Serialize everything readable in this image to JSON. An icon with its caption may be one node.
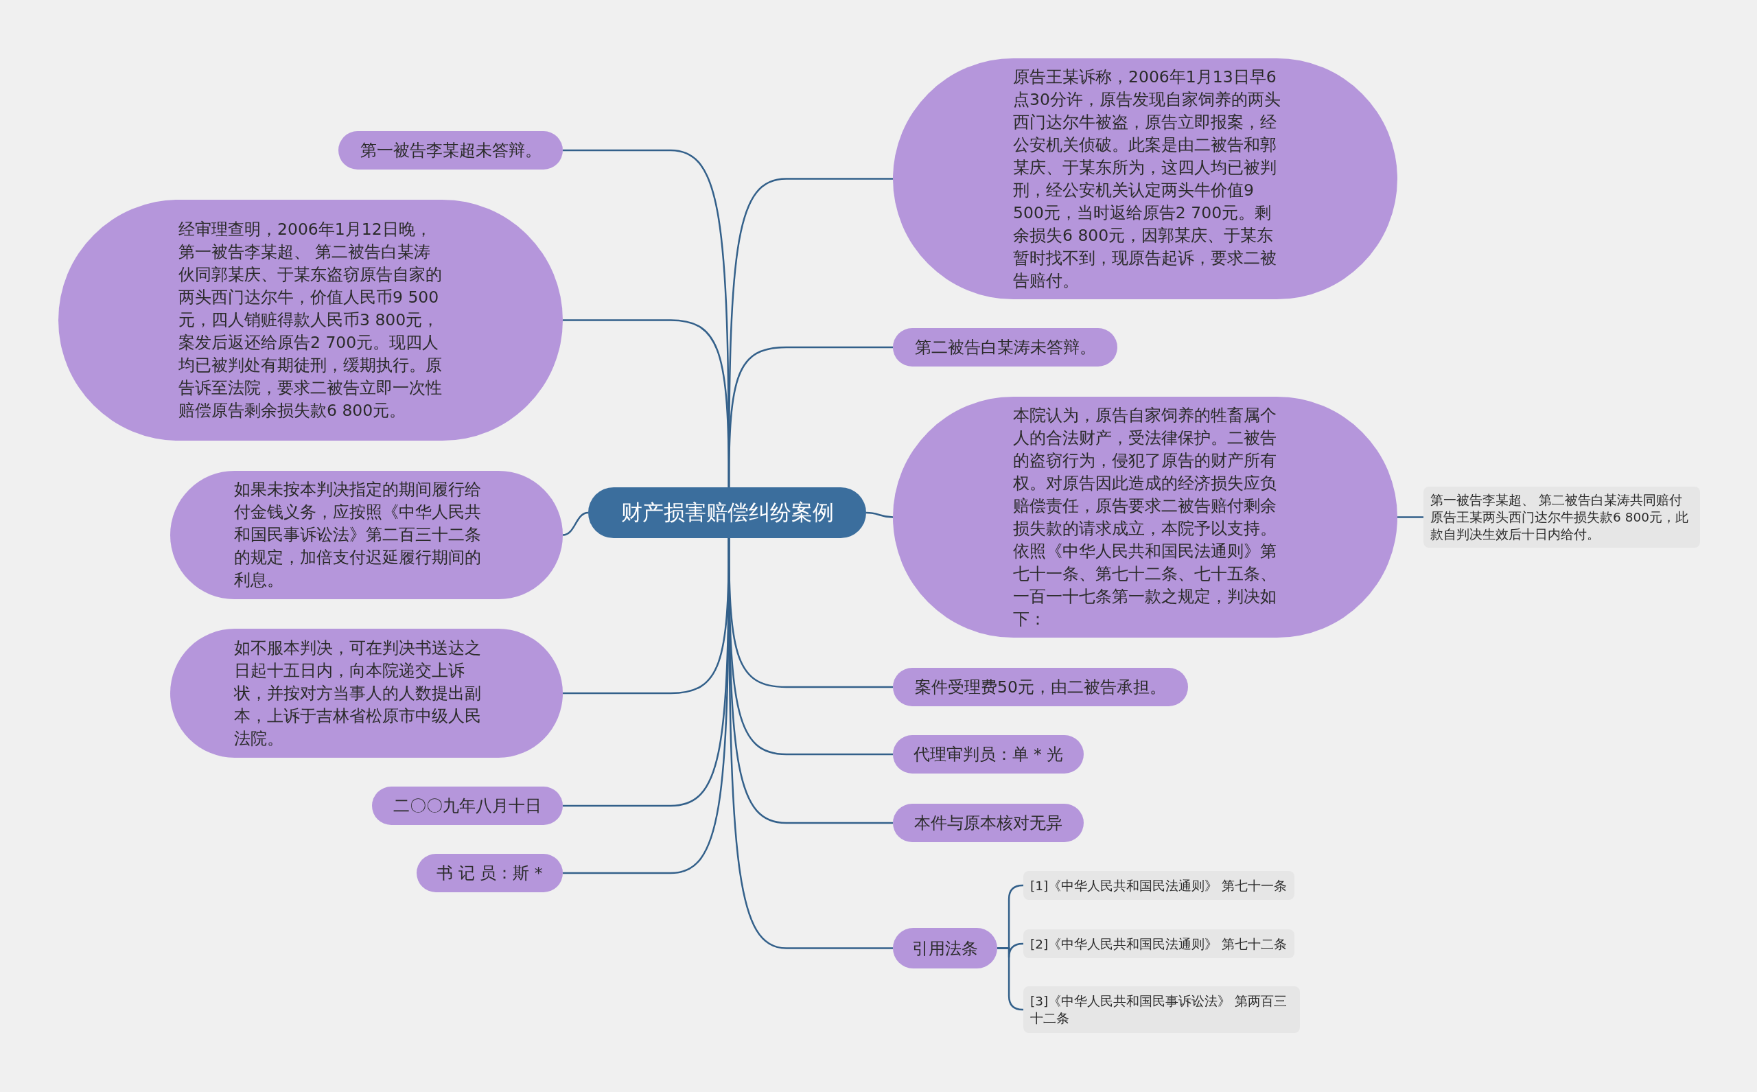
{
  "diagram": {
    "nodes": [
      {
        "text": [
          "财产损害赔偿纠纷案例"
        ]
      },
      {
        "text": [
          "原告王某诉称，2006年1月13日早6点30分许，原告发现自家饲养的两头西门达尔牛被盗，原告立即报案，经公安机关侦破。此案是由二被告和郭某庆、于某东所为，这四人均已被判刑，经公安机关认定两头牛价值9 500元，当时返给原告2 700元。剩余损失6 800元，因郭某庆、于某东暂时找不到，现原告起诉，要求二被告赔付。"
        ]
      },
      {
        "text": [
          "第二被告白某涛未答辩。"
        ]
      },
      {
        "text": [
          "本院认为，原告自家饲养的牲畜属个人的合法财产，受法律保护。二被告的盗窃行为，侵犯了原告的财产所有权。对原告因此造成的经济损失应负赔偿责任，原告要求二被告赔付剩余损失款的请求成立，本院予以支持。依照《中华人民共和国民法通则》第七十一条、第七十二条、七十五条、一百一十七条第一款之规定，判决如下："
        ]
      },
      {
        "text": [
          "第一被告李某超、 第二被告白某涛共同赔付原告王某两头西门达尔牛损失款6 800元，此款自判决生效后十日内给付。"
        ]
      },
      {
        "text": [
          "案件受理费50元，由二被告承担。"
        ]
      },
      {
        "text": [
          "代理审判员：单 * 光"
        ]
      },
      {
        "text": [
          "本件与原本核对无异"
        ]
      },
      {
        "text": [
          "引用法条"
        ]
      },
      {
        "text": [
          "[1]《中华人民共和国民法通则》 第七十一条"
        ]
      },
      {
        "text": [
          "[2]《中华人民共和国民法通则》 第七十二条"
        ]
      },
      {
        "text": [
          "[3]《中华人民共和国民事诉讼法》 第两百三十二条"
        ]
      },
      {
        "text": [
          "第一被告李某超未答辩。"
        ]
      },
      {
        "text": [
          "经审理查明，2006年1月12日晚，第一被告李某超、 第二被告白某涛伙同郭某庆、于某东盗窃原告自家的两头西门达尔牛，价值人民币9 500元，四人销赃得款人民币3 800元，案发后返还给原告2 700元。现四人均已被判处有期徒刑，缓期执行。原告诉至法院，要求二被告立即一次性赔偿原告剩余损失款6 800元。"
        ]
      },
      {
        "text": [
          "如果未按本判决指定的期间履行给付金钱义务，应按照《中华人民共和国民事诉讼法》第二百三十二条的规定，加倍支付迟延履行期间的利息。"
        ]
      },
      {
        "text": [
          "如不服本判决，可在判决书送达之日起十五日内，向本院递交上诉状，并按对方当事人的人数提出副本，上诉于吉林省松原市中级人民法院。"
        ]
      },
      {
        "text": [
          "二〇〇九年八月十日"
        ]
      },
      {
        "text": [
          "书 记 员：斯 *"
        ]
      }
    ],
    "edges": [
      {
        "from": 0,
        "to": 1,
        "arrow": "none"
      },
      {
        "from": 0,
        "to": 2,
        "arrow": "none"
      },
      {
        "from": 0,
        "to": 3,
        "arrow": "none"
      },
      {
        "from": 3,
        "to": 4,
        "arrow": "none"
      },
      {
        "from": 0,
        "to": 5,
        "arrow": "none"
      },
      {
        "from": 0,
        "to": 6,
        "arrow": "none"
      },
      {
        "from": 0,
        "to": 7,
        "arrow": "none"
      },
      {
        "from": 0,
        "to": 8,
        "arrow": "none"
      },
      {
        "from": 8,
        "to": 9,
        "arrow": "none"
      },
      {
        "from": 8,
        "to": 10,
        "arrow": "none"
      },
      {
        "from": 8,
        "to": 11,
        "arrow": "none"
      },
      {
        "from": 0,
        "to": 12,
        "arrow": "none"
      },
      {
        "from": 0,
        "to": 13,
        "arrow": "none"
      },
      {
        "from": 0,
        "to": 14,
        "arrow": "none"
      },
      {
        "from": 0,
        "to": 15,
        "arrow": "none"
      },
      {
        "from": 0,
        "to": 16,
        "arrow": "none"
      },
      {
        "from": 0,
        "to": 17,
        "arrow": "none"
      }
    ]
  }
}
